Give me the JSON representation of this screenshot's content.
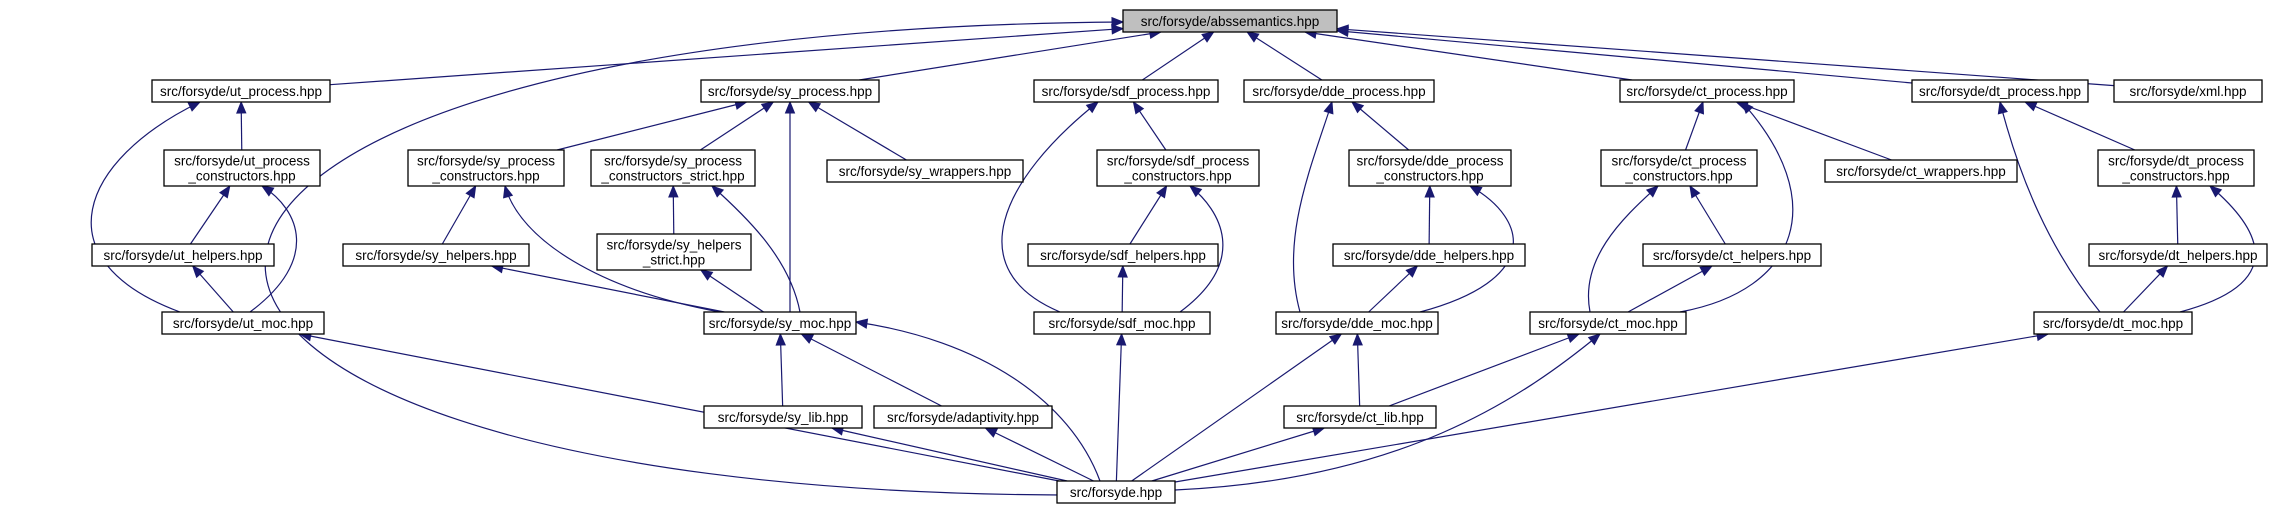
{
  "diagram": {
    "nodes": [
      {
        "id": "abs",
        "lines": [
          "src/forsyde/abssemantics.hpp"
        ],
        "root": true
      },
      {
        "id": "ut_proc",
        "lines": [
          "src/forsyde/ut_process.hpp"
        ]
      },
      {
        "id": "sy_proc",
        "lines": [
          "src/forsyde/sy_process.hpp"
        ]
      },
      {
        "id": "sdf_proc",
        "lines": [
          "src/forsyde/sdf_process.hpp"
        ]
      },
      {
        "id": "dde_proc",
        "lines": [
          "src/forsyde/dde_process.hpp"
        ]
      },
      {
        "id": "ct_proc",
        "lines": [
          "src/forsyde/ct_process.hpp"
        ]
      },
      {
        "id": "dt_proc",
        "lines": [
          "src/forsyde/dt_process.hpp"
        ]
      },
      {
        "id": "xml",
        "lines": [
          "src/forsyde/xml.hpp"
        ]
      },
      {
        "id": "ut_pc",
        "lines": [
          "src/forsyde/ut_process",
          "_constructors.hpp"
        ]
      },
      {
        "id": "sy_pc",
        "lines": [
          "src/forsyde/sy_process",
          "_constructors.hpp"
        ]
      },
      {
        "id": "sy_pcs",
        "lines": [
          "src/forsyde/sy_process",
          "_constructors_strict.hpp"
        ]
      },
      {
        "id": "sy_wrap",
        "lines": [
          "src/forsyde/sy_wrappers.hpp"
        ]
      },
      {
        "id": "sdf_pc",
        "lines": [
          "src/forsyde/sdf_process",
          "_constructors.hpp"
        ]
      },
      {
        "id": "dde_pc",
        "lines": [
          "src/forsyde/dde_process",
          "_constructors.hpp"
        ]
      },
      {
        "id": "ct_pc",
        "lines": [
          "src/forsyde/ct_process",
          "_constructors.hpp"
        ]
      },
      {
        "id": "ct_wrap",
        "lines": [
          "src/forsyde/ct_wrappers.hpp"
        ]
      },
      {
        "id": "dt_pc",
        "lines": [
          "src/forsyde/dt_process",
          "_constructors.hpp"
        ]
      },
      {
        "id": "ut_help",
        "lines": [
          "src/forsyde/ut_helpers.hpp"
        ]
      },
      {
        "id": "sy_help",
        "lines": [
          "src/forsyde/sy_helpers.hpp"
        ]
      },
      {
        "id": "sy_hs",
        "lines": [
          "src/forsyde/sy_helpers",
          "_strict.hpp"
        ]
      },
      {
        "id": "sdf_help",
        "lines": [
          "src/forsyde/sdf_helpers.hpp"
        ]
      },
      {
        "id": "dde_help",
        "lines": [
          "src/forsyde/dde_helpers.hpp"
        ]
      },
      {
        "id": "ct_help",
        "lines": [
          "src/forsyde/ct_helpers.hpp"
        ]
      },
      {
        "id": "dt_help",
        "lines": [
          "src/forsyde/dt_helpers.hpp"
        ]
      },
      {
        "id": "ut_moc",
        "lines": [
          "src/forsyde/ut_moc.hpp"
        ]
      },
      {
        "id": "sy_moc",
        "lines": [
          "src/forsyde/sy_moc.hpp"
        ]
      },
      {
        "id": "sdf_moc",
        "lines": [
          "src/forsyde/sdf_moc.hpp"
        ]
      },
      {
        "id": "dde_moc",
        "lines": [
          "src/forsyde/dde_moc.hpp"
        ]
      },
      {
        "id": "ct_moc",
        "lines": [
          "src/forsyde/ct_moc.hpp"
        ]
      },
      {
        "id": "dt_moc",
        "lines": [
          "src/forsyde/dt_moc.hpp"
        ]
      },
      {
        "id": "sy_lib",
        "lines": [
          "src/forsyde/sy_lib.hpp"
        ]
      },
      {
        "id": "adapt",
        "lines": [
          "src/forsyde/adaptivity.hpp"
        ]
      },
      {
        "id": "ct_lib",
        "lines": [
          "src/forsyde/ct_lib.hpp"
        ]
      },
      {
        "id": "forsyde",
        "lines": [
          "src/forsyde.hpp"
        ]
      }
    ],
    "edges": [
      {
        "from": "ut_proc",
        "to": "abs"
      },
      {
        "from": "sy_proc",
        "to": "abs"
      },
      {
        "from": "sdf_proc",
        "to": "abs"
      },
      {
        "from": "dde_proc",
        "to": "abs"
      },
      {
        "from": "ct_proc",
        "to": "abs"
      },
      {
        "from": "dt_proc",
        "to": "abs"
      },
      {
        "from": "xml",
        "to": "abs"
      },
      {
        "from": "forsyde",
        "to": "abs"
      },
      {
        "from": "ut_pc",
        "to": "ut_proc"
      },
      {
        "from": "ut_moc",
        "to": "ut_proc"
      },
      {
        "from": "ut_help",
        "to": "ut_pc"
      },
      {
        "from": "ut_moc",
        "to": "ut_pc"
      },
      {
        "from": "ut_moc",
        "to": "ut_help"
      },
      {
        "from": "forsyde",
        "to": "ut_moc"
      },
      {
        "from": "sy_pc",
        "to": "sy_proc"
      },
      {
        "from": "sy_pcs",
        "to": "sy_proc"
      },
      {
        "from": "sy_wrap",
        "to": "sy_proc"
      },
      {
        "from": "sy_moc",
        "to": "sy_proc"
      },
      {
        "from": "sy_help",
        "to": "sy_pc"
      },
      {
        "from": "sy_moc",
        "to": "sy_pc"
      },
      {
        "from": "sy_hs",
        "to": "sy_pcs"
      },
      {
        "from": "sy_moc",
        "to": "sy_pcs"
      },
      {
        "from": "sy_moc",
        "to": "sy_help"
      },
      {
        "from": "sy_moc",
        "to": "sy_hs"
      },
      {
        "from": "sy_lib",
        "to": "sy_moc"
      },
      {
        "from": "adapt",
        "to": "sy_moc"
      },
      {
        "from": "forsyde",
        "to": "sy_moc"
      },
      {
        "from": "forsyde",
        "to": "sy_lib"
      },
      {
        "from": "forsyde",
        "to": "adapt"
      },
      {
        "from": "sdf_pc",
        "to": "sdf_proc"
      },
      {
        "from": "sdf_moc",
        "to": "sdf_proc"
      },
      {
        "from": "sdf_help",
        "to": "sdf_pc"
      },
      {
        "from": "sdf_moc",
        "to": "sdf_pc"
      },
      {
        "from": "sdf_moc",
        "to": "sdf_help"
      },
      {
        "from": "forsyde",
        "to": "sdf_moc"
      },
      {
        "from": "dde_pc",
        "to": "dde_proc"
      },
      {
        "from": "dde_moc",
        "to": "dde_proc"
      },
      {
        "from": "dde_help",
        "to": "dde_pc"
      },
      {
        "from": "dde_moc",
        "to": "dde_pc"
      },
      {
        "from": "dde_moc",
        "to": "dde_help"
      },
      {
        "from": "ct_lib",
        "to": "dde_moc"
      },
      {
        "from": "forsyde",
        "to": "dde_moc"
      },
      {
        "from": "ct_pc",
        "to": "ct_proc"
      },
      {
        "from": "ct_wrap",
        "to": "ct_proc"
      },
      {
        "from": "ct_moc",
        "to": "ct_proc"
      },
      {
        "from": "ct_help",
        "to": "ct_pc"
      },
      {
        "from": "ct_moc",
        "to": "ct_pc"
      },
      {
        "from": "ct_moc",
        "to": "ct_help"
      },
      {
        "from": "ct_lib",
        "to": "ct_moc"
      },
      {
        "from": "forsyde",
        "to": "ct_moc"
      },
      {
        "from": "forsyde",
        "to": "ct_lib"
      },
      {
        "from": "dt_pc",
        "to": "dt_proc"
      },
      {
        "from": "dt_moc",
        "to": "dt_proc"
      },
      {
        "from": "dt_help",
        "to": "dt_pc"
      },
      {
        "from": "dt_moc",
        "to": "dt_pc"
      },
      {
        "from": "dt_moc",
        "to": "dt_help"
      },
      {
        "from": "forsyde",
        "to": "dt_moc"
      }
    ]
  }
}
